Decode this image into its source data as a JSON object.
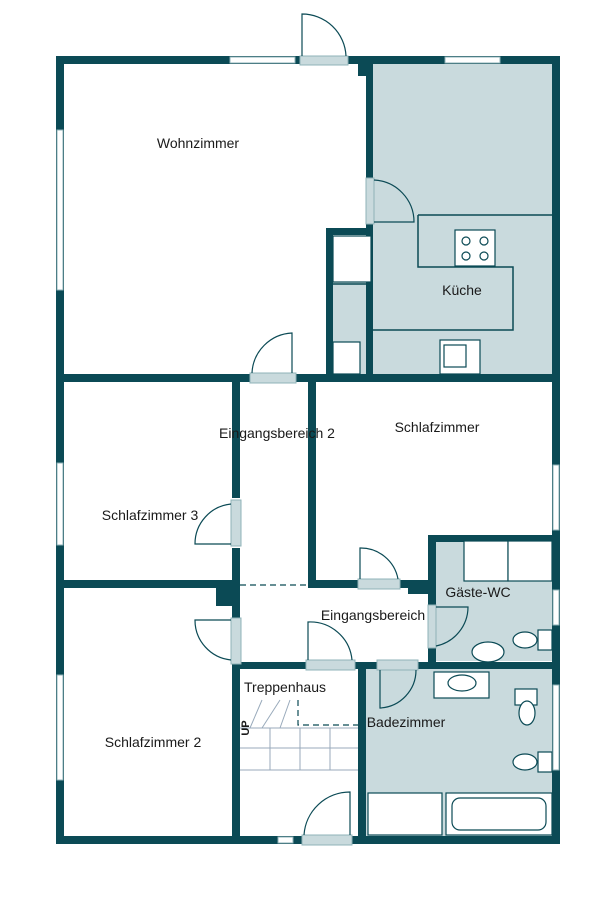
{
  "floorplan": {
    "colors": {
      "wall": "#0b4a55",
      "wet_room_fill": "#c9dadd",
      "background": "#ffffff"
    },
    "rooms": {
      "wohnzimmer": "Wohnzimmer",
      "kueche": "Küche",
      "eingangsbereich2": "Eingangsbereich 2",
      "schlafzimmer": "Schlafzimmer",
      "schlafzimmer3": "Schlafzimmer 3",
      "gaeste_wc": "Gäste-WC",
      "eingangsbereich": "Eingangsbereich",
      "treppenhaus": "Treppenhaus",
      "badezimmer": "Badezimmer",
      "schlafzimmer2": "Schlafzimmer 2"
    },
    "stairs_label": "UP"
  }
}
